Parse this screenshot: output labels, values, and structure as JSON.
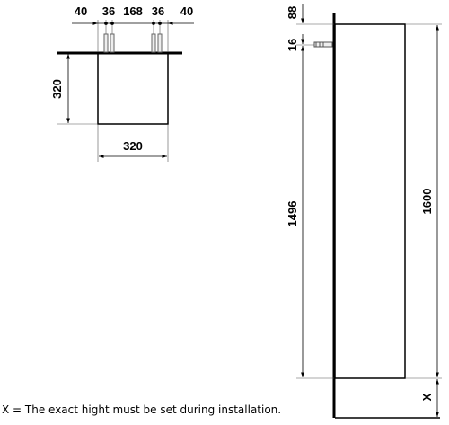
{
  "top_view": {
    "spacing_dims": [
      "40",
      "36",
      "168",
      "36",
      "40"
    ],
    "depth_dim": "320",
    "width_dim": "320"
  },
  "side_view": {
    "top_offset_dim": "88",
    "fixing_dim": "16",
    "fixing_height_dim": "1496",
    "height_dim": "1600",
    "floor_gap_dim": "X"
  },
  "note": "X = The exact hight must be set during installation."
}
